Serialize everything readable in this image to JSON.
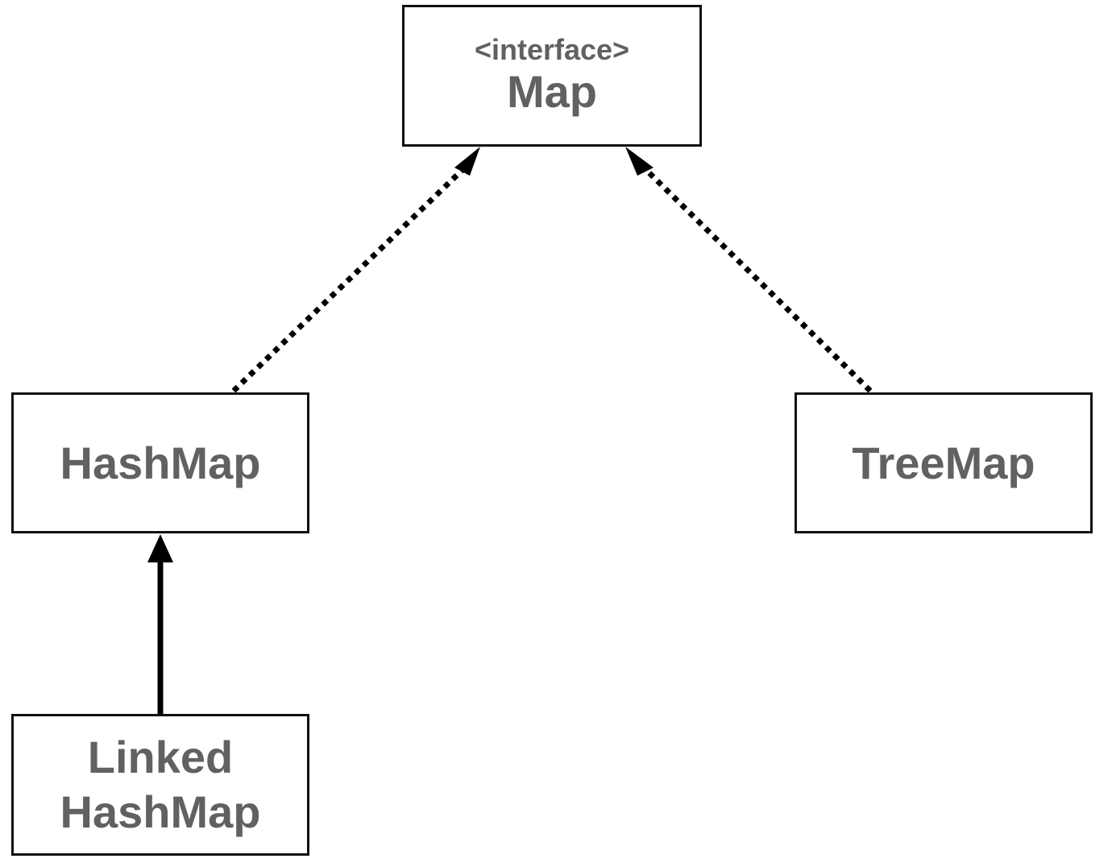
{
  "colors": {
    "border": "#111111",
    "text": "#616161",
    "edge": "#000000"
  },
  "nodes": {
    "map": {
      "stereotype": "<interface>",
      "name": "Map"
    },
    "hashmap": {
      "name": "HashMap"
    },
    "treemap": {
      "name": "TreeMap"
    },
    "linked_hashmap": {
      "line1": "Linked",
      "line2": "HashMap"
    }
  },
  "edges": [
    {
      "from": "HashMap",
      "to": "Map",
      "style": "dotted",
      "kind": "realization"
    },
    {
      "from": "TreeMap",
      "to": "Map",
      "style": "dotted",
      "kind": "realization"
    },
    {
      "from": "LinkedHashMap",
      "to": "HashMap",
      "style": "solid",
      "kind": "inheritance"
    }
  ]
}
